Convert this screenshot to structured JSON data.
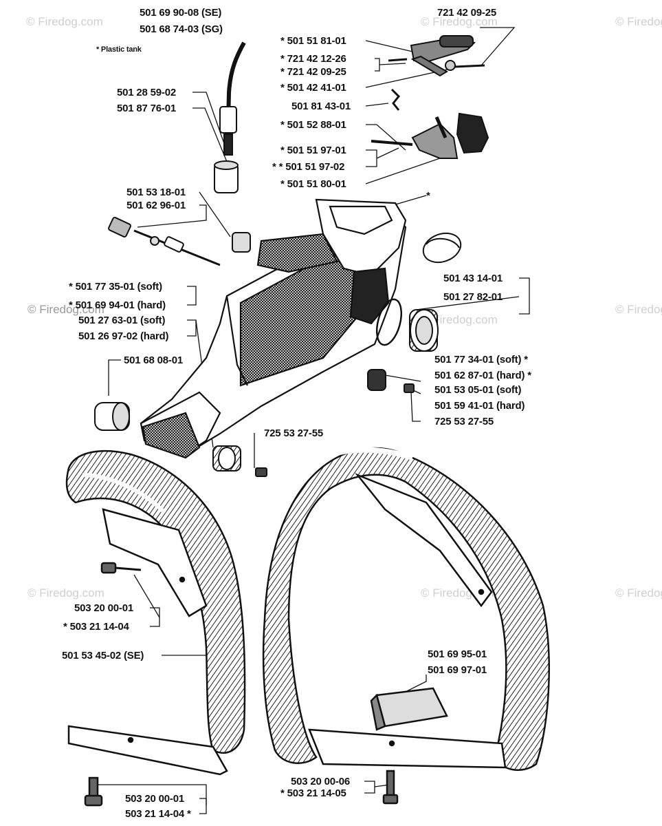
{
  "watermarks": [
    "© Firedog.com",
    "© Firedog.com",
    "© Firedog.com",
    "© Firedog.com",
    "© Firedog.com",
    "© Firedog.com",
    "© Firedog.com",
    "© Firedog.com",
    "© Firedog.com"
  ],
  "labels": {
    "l01": "501 69 90-08 (SE)",
    "l02": "501 68 74-03 (SG)",
    "l03": "* Plastic tank",
    "l04": "501 28 59-02",
    "l05": "501 87 76-01",
    "l06": "721 42 09-25",
    "l07": "* 501 51 81-01",
    "l08": "* 721 42 12-26",
    "l09": "* 721 42 09-25",
    "l10": "* 501 42 41-01",
    "l11": "501 81 43-01",
    "l12": "* 501 52 88-01",
    "l13": "* 501 51 97-01",
    "l14": "* * 501 51 97-02",
    "l15": "* 501 51 80-01",
    "l16": "501 53 18-01",
    "l17": "501 62 96-01",
    "l18": "*",
    "l19": "* 501 77 35-01 (soft)",
    "l20": "* 501 69 94-01 (hard)",
    "l21": "501 27 63-01 (soft)",
    "l22": "501 26 97-02 (hard)",
    "l23": "501 43 14-01",
    "l24": "501 27 82-01",
    "l25": "501 68 08-01",
    "l26": "501 77 34-01 (soft) *",
    "l27": "501 62 87-01 (hard) *",
    "l28": "501 53 05-01 (soft)",
    "l29": "501 59 41-01 (hard)",
    "l30": "725 53 27-55",
    "l31": "725 53 27-55",
    "l32": "503 20 00-01",
    "l33": "* 503 21 14-04",
    "l34": "501 53 45-02 (SE)",
    "l35": "501 69 95-01",
    "l36": "501 69 97-01",
    "l37": "503 20 00-06",
    "l38": "* 503 21 14-05",
    "l39": "503 20 00-01",
    "l40": "503 21 14-04 *"
  }
}
